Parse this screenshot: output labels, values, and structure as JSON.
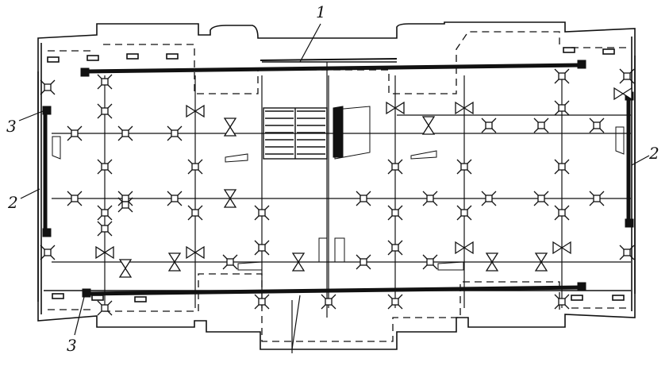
{
  "figure": {
    "callouts": {
      "c1": "1",
      "c2_left": "2",
      "c2_right": "2",
      "c3_top": "3",
      "c3_bottom": "3"
    }
  },
  "colors": {
    "ink": "#111111",
    "paper": "#ffffff"
  },
  "icons": [
    "valve-symbol",
    "stair-flight",
    "column-block"
  ]
}
